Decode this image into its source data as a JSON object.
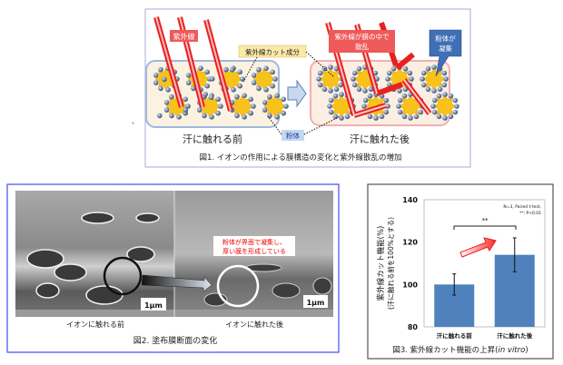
{
  "figure1": {
    "label_uv": "紫外線",
    "label_uv_cut": "紫外線カット成分",
    "label_powder": "粉体",
    "label_scatter_line1": "紫外線が膜の中で",
    "label_scatter_line2": "散乱",
    "label_aggregate_line1": "粉体が",
    "label_aggregate_line2": "凝集",
    "before": "汗に触れる前",
    "after": "汗に触れた後",
    "caption": "図1. イオンの作用による膜構造の変化と紫外線散乱の増加"
  },
  "figure2": {
    "annotation_line1": "粉体が界面で凝集し、",
    "annotation_line2": "厚い膜を形成している",
    "scale_left": "1μm",
    "scale_right": "1μm",
    "before": "イオンに触れる前",
    "after": "イオンに触れた後",
    "caption": "図2. 塗布膜断面の変化"
  },
  "chart_data": {
    "type": "bar",
    "categories": [
      "汗に触れる前",
      "汗に触れた後"
    ],
    "values": [
      100,
      114
    ],
    "error": [
      5,
      8
    ],
    "ylabel_line1": "紫外線カット機能(%)",
    "ylabel_line2": "(汗に触れる前を100%とする)",
    "ylim": [
      80,
      140
    ],
    "yticks": [
      "80",
      "100",
      "120",
      "140"
    ],
    "note_line1": "N=3, Paired  t-test,",
    "note_line2": "**; P<0.01",
    "significance": "**",
    "title": "図3. 紫外線カット機能の上昇(",
    "title_italic": "in vitro",
    "title_end": ")",
    "bar_color": "#4f81bd"
  },
  "colors": {
    "uv_red": "#e8373a",
    "powder_blue": "#3f6fb5",
    "border_blue": "#4a4af0",
    "border_lilac": "#b8b8e0"
  }
}
